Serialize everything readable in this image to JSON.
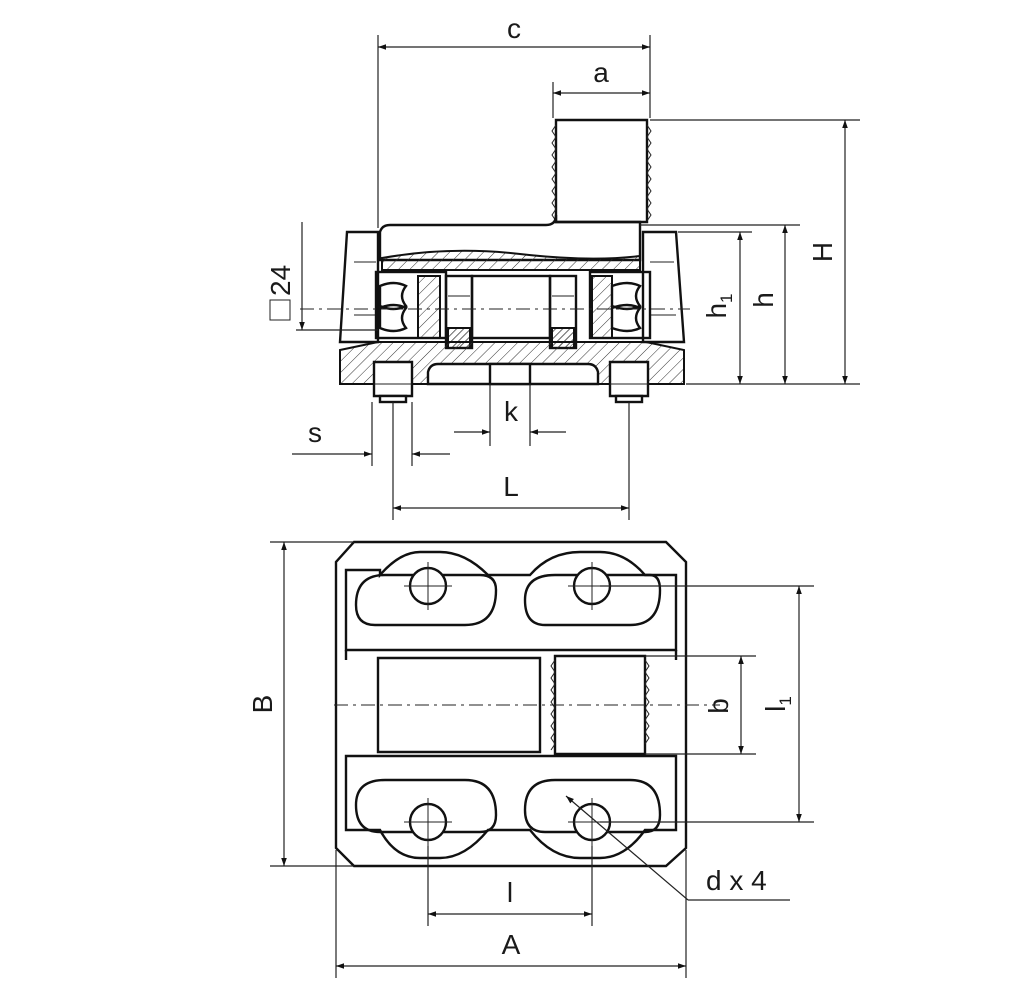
{
  "labels": {
    "c": "c",
    "a": "a",
    "H": "H",
    "h": "h",
    "h1_main": "h",
    "h1_sub": "1",
    "sq24": "24",
    "k": "k",
    "s": "s",
    "L": "L",
    "B": "B",
    "b": "b",
    "l1_main": "l",
    "l1_sub": "1",
    "d_x4": "d x 4",
    "l": "l",
    "A": "A"
  },
  "icons": {
    "square_symbol": "square-icon"
  }
}
